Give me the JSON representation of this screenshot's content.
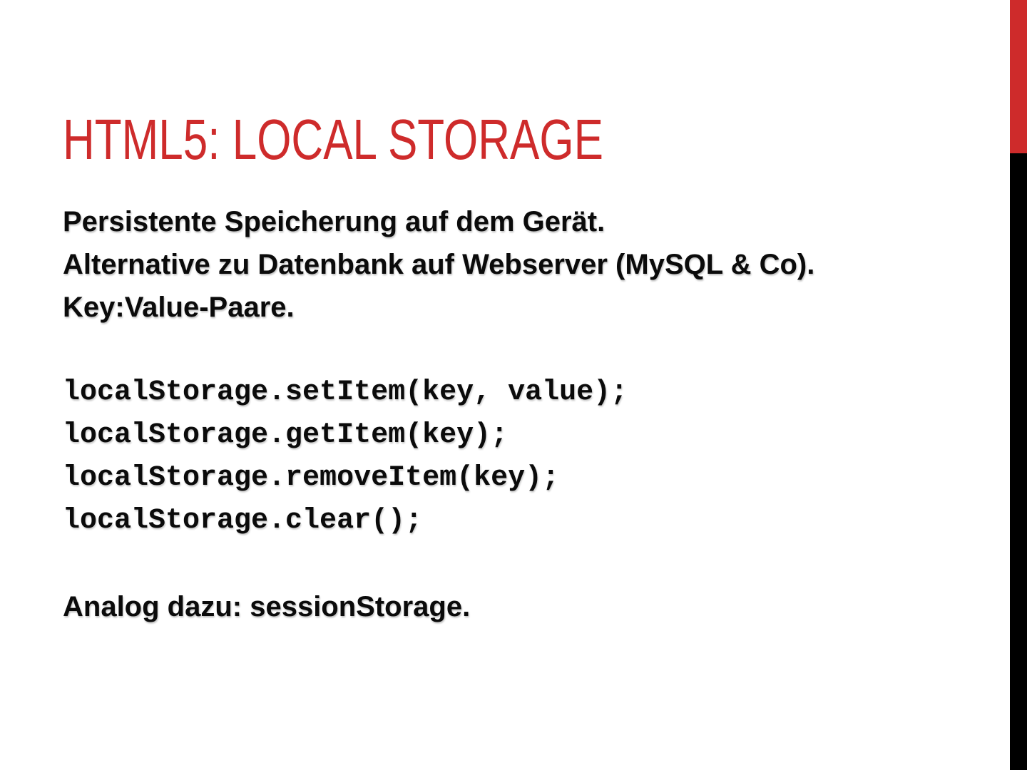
{
  "slide": {
    "title": "HTML5: LOCAL STORAGE",
    "paragraphs": [
      "Persistente Speicherung auf dem Gerät.",
      "Alternative zu Datenbank auf Webserver (MySQL & Co).",
      "Key:Value-Paare."
    ],
    "code_lines": [
      "localStorage.setItem(key, value);",
      "localStorage.getItem(key);",
      "localStorage.removeItem(key);",
      "localStorage.clear();"
    ],
    "closing": "Analog dazu: sessionStorage."
  },
  "colors": {
    "accent-red": "#CE2B2B",
    "bar-black": "#000000"
  }
}
